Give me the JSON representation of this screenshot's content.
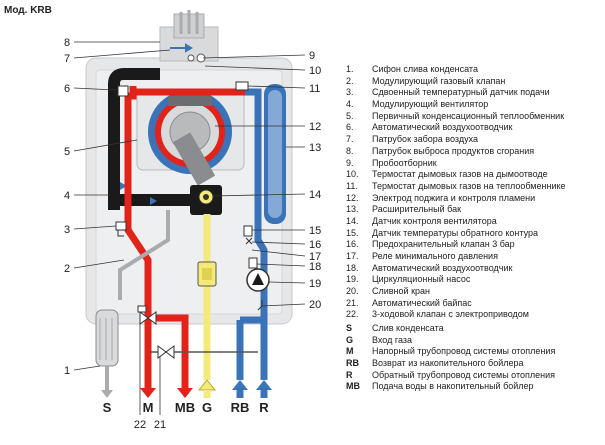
{
  "model_label": "Мод. KRB",
  "callouts": {
    "left": [
      "8",
      "7",
      "6",
      "5",
      "4",
      "3",
      "2",
      "1"
    ],
    "right": [
      "9",
      "10",
      "11",
      "12",
      "13",
      "14",
      "15",
      "16",
      "17",
      "18",
      "19",
      "20"
    ],
    "bottom": [
      "22",
      "21"
    ]
  },
  "connections": [
    "S",
    "M",
    "MB",
    "G",
    "RB",
    "R"
  ],
  "legend": [
    {
      "n": "1.",
      "t": "Сифон слива конденсата"
    },
    {
      "n": "2.",
      "t": "Модулирующий газовый клапан"
    },
    {
      "n": "3.",
      "t": "Сдвоенный температурный датчик подачи"
    },
    {
      "n": "4.",
      "t": "Модулирующий вентилятор"
    },
    {
      "n": "5.",
      "t": "Первичный конденсационный теплообменник"
    },
    {
      "n": "6.",
      "t": "Автоматический воздухоотводчик"
    },
    {
      "n": "7.",
      "t": "Патрубок забора воздуха"
    },
    {
      "n": "8.",
      "t": "Патрубок выброса продуктов сгорания"
    },
    {
      "n": "9.",
      "t": "Пробоотборник"
    },
    {
      "n": "10.",
      "t": "Термостат дымовых газов на дымоотводе"
    },
    {
      "n": "11.",
      "t": "Термостат дымовых газов на теплообменнике"
    },
    {
      "n": "12.",
      "t": "Электрод поджига и контроля пламени"
    },
    {
      "n": "13.",
      "t": "Расширительный бак"
    },
    {
      "n": "14.",
      "t": "Датчик контроля вентилятора"
    },
    {
      "n": "15.",
      "t": "Датчик температуры обратного контура"
    },
    {
      "n": "16.",
      "t": "Предохранительный клапан 3 бар"
    },
    {
      "n": "17.",
      "t": "Реле минимального давления"
    },
    {
      "n": "18.",
      "t": "Автоматический воздухоотводчик"
    },
    {
      "n": "19.",
      "t": "Циркуляционный насос"
    },
    {
      "n": "20.",
      "t": "Сливной кран"
    },
    {
      "n": "21.",
      "t": "Автоматический байпас"
    },
    {
      "n": "22.",
      "t": "3-ходовой клапан с электроприводом"
    }
  ],
  "abbreviations": [
    {
      "n": "S",
      "t": "Слив конденсата"
    },
    {
      "n": "G",
      "t": "Вход газа"
    },
    {
      "n": "M",
      "t": "Напорный трубопровод системы отопления"
    },
    {
      "n": "RB",
      "t": "Возврат из накопительного бойлера"
    },
    {
      "n": "R",
      "t": "Обратный трубопровод системы отопления"
    },
    {
      "n": "MB",
      "t": "Подача воды в накопительный бойлер"
    }
  ],
  "colors": {
    "supply": "#e2231a",
    "return": "#3a73b8",
    "gas": "#f4ea7a",
    "flue": "#1a1a1a",
    "casing": "#e6e7e8",
    "condensate": "#a9abae"
  }
}
